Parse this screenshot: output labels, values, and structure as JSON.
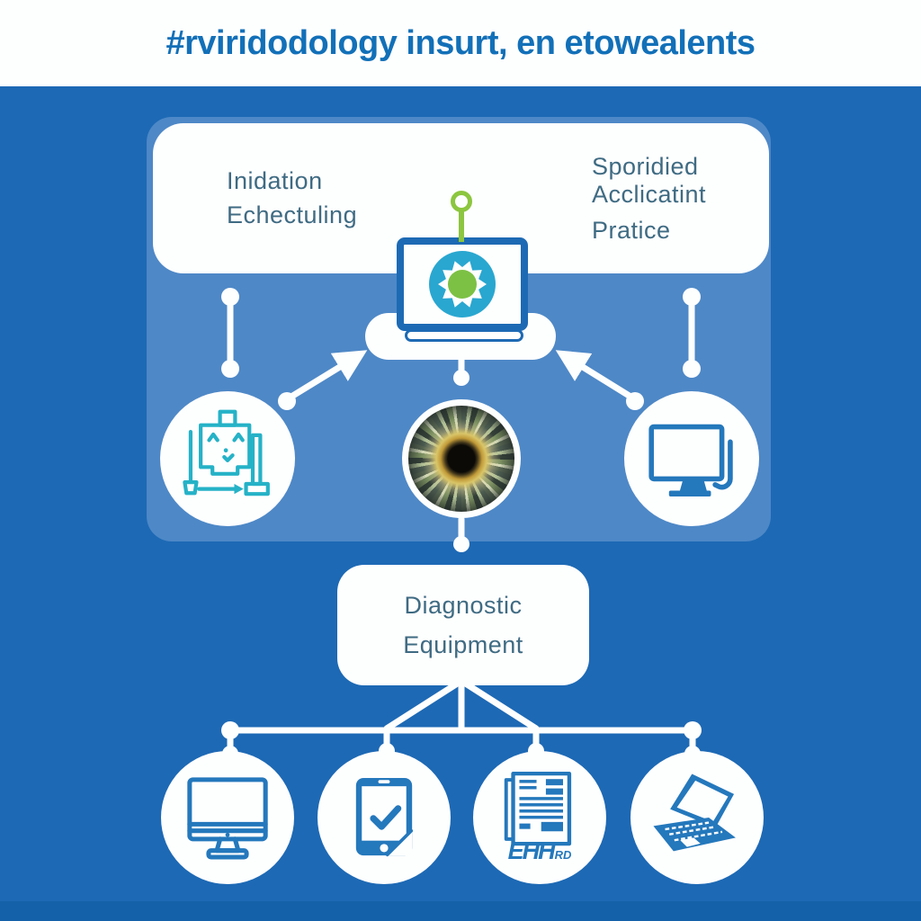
{
  "header": {
    "title": "#rviridodology insurt, en etowealents"
  },
  "top_box": {
    "left_lines": [
      "Inidation",
      "Echectuling"
    ],
    "right_lines": [
      "Sporidied",
      "Acclicatint",
      "Pratice"
    ]
  },
  "diagnostic_box": {
    "lines": [
      "Diagnostic",
      "Equipment"
    ]
  },
  "ehr_label": {
    "main": "EHH",
    "sub": "RD"
  },
  "icons": {
    "hub": "laptop-gear-icon",
    "hub_pin": "green-pin-icon",
    "left_node": "diagnostic-device-icon",
    "center_node": "iris-photo",
    "right_node": "monitor-cable-icon",
    "bottom_1": "desktop-monitor-icon",
    "bottom_2": "tablet-checkmark-icon",
    "bottom_3": "ehr-document-icon",
    "bottom_4": "laptop-icon"
  },
  "colors": {
    "bg": "#1d69b5",
    "band": "#1561a9",
    "panel": "#4e88c7",
    "white": "#fdfefe",
    "header_text": "#1270b8",
    "box_text": "#3f6b83",
    "device_blue": "#1d6ab4",
    "teal_fill": "#29a7d0",
    "green": "#7cc144",
    "pin_green": "#8cc63f",
    "icon_teal": "#25b2c7",
    "icon_blue": "#2478bc"
  }
}
